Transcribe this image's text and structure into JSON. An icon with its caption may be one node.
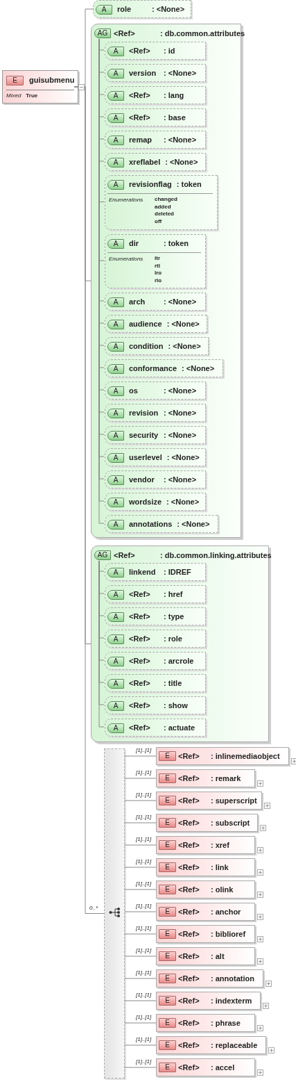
{
  "diagram": {
    "nodes": [
      {
        "text": [
          "E",
          "guisubmenu",
          "Mixed",
          "True"
        ]
      },
      {
        "text": [
          "A",
          "role",
          ": <None>"
        ]
      },
      {
        "text": [
          "AG",
          "<Ref>",
          ": db.common.attributes"
        ]
      },
      {
        "text": [
          "A",
          "<Ref>",
          ": id"
        ],
        "in": 2
      },
      {
        "text": [
          "A",
          "version",
          ": <None>"
        ],
        "in": 2
      },
      {
        "text": [
          "A",
          "<Ref>",
          ": lang"
        ],
        "in": 2
      },
      {
        "text": [
          "A",
          "<Ref>",
          ": base"
        ],
        "in": 2
      },
      {
        "text": [
          "A",
          "remap",
          ": <None>"
        ],
        "in": 2
      },
      {
        "text": [
          "A",
          "xreflabel",
          ": <None>"
        ],
        "in": 2
      },
      {
        "text": [
          "A",
          "revisionflag",
          ": token",
          "Enumerations",
          "changed",
          "added",
          "deleted",
          "off"
        ],
        "in": 2
      },
      {
        "text": [
          "A",
          "dir",
          ": token",
          "Enumerations",
          "ltr",
          "rtl",
          "lro",
          "rlo"
        ],
        "in": 2
      },
      {
        "text": [
          "A",
          "arch",
          ": <None>"
        ],
        "in": 2
      },
      {
        "text": [
          "A",
          "audience",
          ": <None>"
        ],
        "in": 2
      },
      {
        "text": [
          "A",
          "condition",
          ": <None>"
        ],
        "in": 2
      },
      {
        "text": [
          "A",
          "conformance",
          ": <None>"
        ],
        "in": 2
      },
      {
        "text": [
          "A",
          "os",
          ": <None>"
        ],
        "in": 2
      },
      {
        "text": [
          "A",
          "revision",
          ": <None>"
        ],
        "in": 2
      },
      {
        "text": [
          "A",
          "security",
          ": <None>"
        ],
        "in": 2
      },
      {
        "text": [
          "A",
          "userlevel",
          ": <None>"
        ],
        "in": 2
      },
      {
        "text": [
          "A",
          "vendor",
          ": <None>"
        ],
        "in": 2
      },
      {
        "text": [
          "A",
          "wordsize",
          ": <None>"
        ],
        "in": 2
      },
      {
        "text": [
          "A",
          "annotations",
          ": <None>"
        ],
        "in": 2
      },
      {
        "text": [
          "AG",
          "<Ref>",
          ": db.common.linking.attributes"
        ]
      },
      {
        "text": [
          "A",
          "linkend",
          ": IDREF"
        ],
        "in": 22
      },
      {
        "text": [
          "A",
          "<Ref>",
          ": href"
        ],
        "in": 22
      },
      {
        "text": [
          "A",
          "<Ref>",
          ": type"
        ],
        "in": 22
      },
      {
        "text": [
          "A",
          "<Ref>",
          ": role"
        ],
        "in": 22
      },
      {
        "text": [
          "A",
          "<Ref>",
          ": arcrole"
        ],
        "in": 22
      },
      {
        "text": [
          "A",
          "<Ref>",
          ": title"
        ],
        "in": 22
      },
      {
        "text": [
          "A",
          "<Ref>",
          ": show"
        ],
        "in": 22
      },
      {
        "text": [
          "A",
          "<Ref>",
          ": actuate"
        ],
        "in": 22
      },
      {
        "text": [],
        "shape": "bar"
      },
      {
        "text": [
          "E",
          "<Ref>",
          ": inlinemediaobject"
        ]
      },
      {
        "text": [
          "E",
          "<Ref>",
          ": remark"
        ]
      },
      {
        "text": [
          "E",
          "<Ref>",
          ": superscript"
        ]
      },
      {
        "text": [
          "E",
          "<Ref>",
          ": subscript"
        ]
      },
      {
        "text": [
          "E",
          "<Ref>",
          ": xref"
        ]
      },
      {
        "text": [
          "E",
          "<Ref>",
          ": link"
        ]
      },
      {
        "text": [
          "E",
          "<Ref>",
          ": olink"
        ]
      },
      {
        "text": [
          "E",
          "<Ref>",
          ": anchor"
        ]
      },
      {
        "text": [
          "E",
          "<Ref>",
          ": biblioref"
        ]
      },
      {
        "text": [
          "E",
          "<Ref>",
          ": alt"
        ]
      },
      {
        "text": [
          "E",
          "<Ref>",
          ": annotation"
        ]
      },
      {
        "text": [
          "E",
          "<Ref>",
          ": indexterm"
        ]
      },
      {
        "text": [
          "E",
          "<Ref>",
          ": phrase"
        ]
      },
      {
        "text": [
          "E",
          "<Ref>",
          ": replaceable"
        ]
      },
      {
        "text": [
          "E",
          "<Ref>",
          ": accel"
        ]
      }
    ],
    "edges": [
      {
        "from": 0,
        "to": 1,
        "arrow": "none"
      },
      {
        "from": 0,
        "to": 2,
        "arrow": "none"
      },
      {
        "from": 0,
        "to": 22,
        "arrow": "none"
      },
      {
        "from": 0,
        "to": 31,
        "arrow": "none",
        "label": "0..*"
      },
      {
        "from": 2,
        "to": 3,
        "arrow": "none"
      },
      {
        "from": 2,
        "to": 4,
        "arrow": "none"
      },
      {
        "from": 2,
        "to": 5,
        "arrow": "none"
      },
      {
        "from": 2,
        "to": 6,
        "arrow": "none"
      },
      {
        "from": 2,
        "to": 7,
        "arrow": "none"
      },
      {
        "from": 2,
        "to": 8,
        "arrow": "none"
      },
      {
        "from": 2,
        "to": 9,
        "arrow": "none"
      },
      {
        "from": 2,
        "to": 10,
        "arrow": "none"
      },
      {
        "from": 2,
        "to": 11,
        "arrow": "none"
      },
      {
        "from": 2,
        "to": 12,
        "arrow": "none"
      },
      {
        "from": 2,
        "to": 13,
        "arrow": "none"
      },
      {
        "from": 2,
        "to": 14,
        "arrow": "none"
      },
      {
        "from": 2,
        "to": 15,
        "arrow": "none"
      },
      {
        "from": 2,
        "to": 16,
        "arrow": "none"
      },
      {
        "from": 2,
        "to": 17,
        "arrow": "none"
      },
      {
        "from": 2,
        "to": 18,
        "arrow": "none"
      },
      {
        "from": 2,
        "to": 19,
        "arrow": "none"
      },
      {
        "from": 2,
        "to": 20,
        "arrow": "none"
      },
      {
        "from": 2,
        "to": 21,
        "arrow": "none"
      },
      {
        "from": 22,
        "to": 23,
        "arrow": "none"
      },
      {
        "from": 22,
        "to": 24,
        "arrow": "none"
      },
      {
        "from": 22,
        "to": 25,
        "arrow": "none"
      },
      {
        "from": 22,
        "to": 26,
        "arrow": "none"
      },
      {
        "from": 22,
        "to": 27,
        "arrow": "none"
      },
      {
        "from": 22,
        "to": 28,
        "arrow": "none"
      },
      {
        "from": 22,
        "to": 29,
        "arrow": "none"
      },
      {
        "from": 22,
        "to": 30,
        "arrow": "none"
      },
      {
        "from": 31,
        "to": 32,
        "arrow": "none",
        "label": "[1]..[1]"
      },
      {
        "from": 31,
        "to": 33,
        "arrow": "none",
        "label": "[1]..[1]"
      },
      {
        "from": 31,
        "to": 34,
        "arrow": "none",
        "label": "[1]..[1]"
      },
      {
        "from": 31,
        "to": 35,
        "arrow": "none",
        "label": "[1]..[1]"
      },
      {
        "from": 31,
        "to": 36,
        "arrow": "none",
        "label": "[1]..[1]"
      },
      {
        "from": 31,
        "to": 37,
        "arrow": "none",
        "label": "[1]..[1]"
      },
      {
        "from": 31,
        "to": 38,
        "arrow": "none",
        "label": "[1]..[1]"
      },
      {
        "from": 31,
        "to": 39,
        "arrow": "none",
        "label": "[1]..[1]"
      },
      {
        "from": 31,
        "to": 40,
        "arrow": "none",
        "label": "[1]..[1]"
      },
      {
        "from": 31,
        "to": 41,
        "arrow": "none",
        "label": "[1]..[1]"
      },
      {
        "from": 31,
        "to": 42,
        "arrow": "none",
        "label": "[1]..[1]"
      },
      {
        "from": 31,
        "to": 43,
        "arrow": "none",
        "label": "[1]..[1]"
      },
      {
        "from": 31,
        "to": 44,
        "arrow": "none",
        "label": "[1]..[1]"
      },
      {
        "from": 31,
        "to": 45,
        "arrow": "none",
        "label": "[1]..[1]"
      },
      {
        "from": 31,
        "to": 46,
        "arrow": "none",
        "label": "[1]..[1]"
      }
    ]
  }
}
